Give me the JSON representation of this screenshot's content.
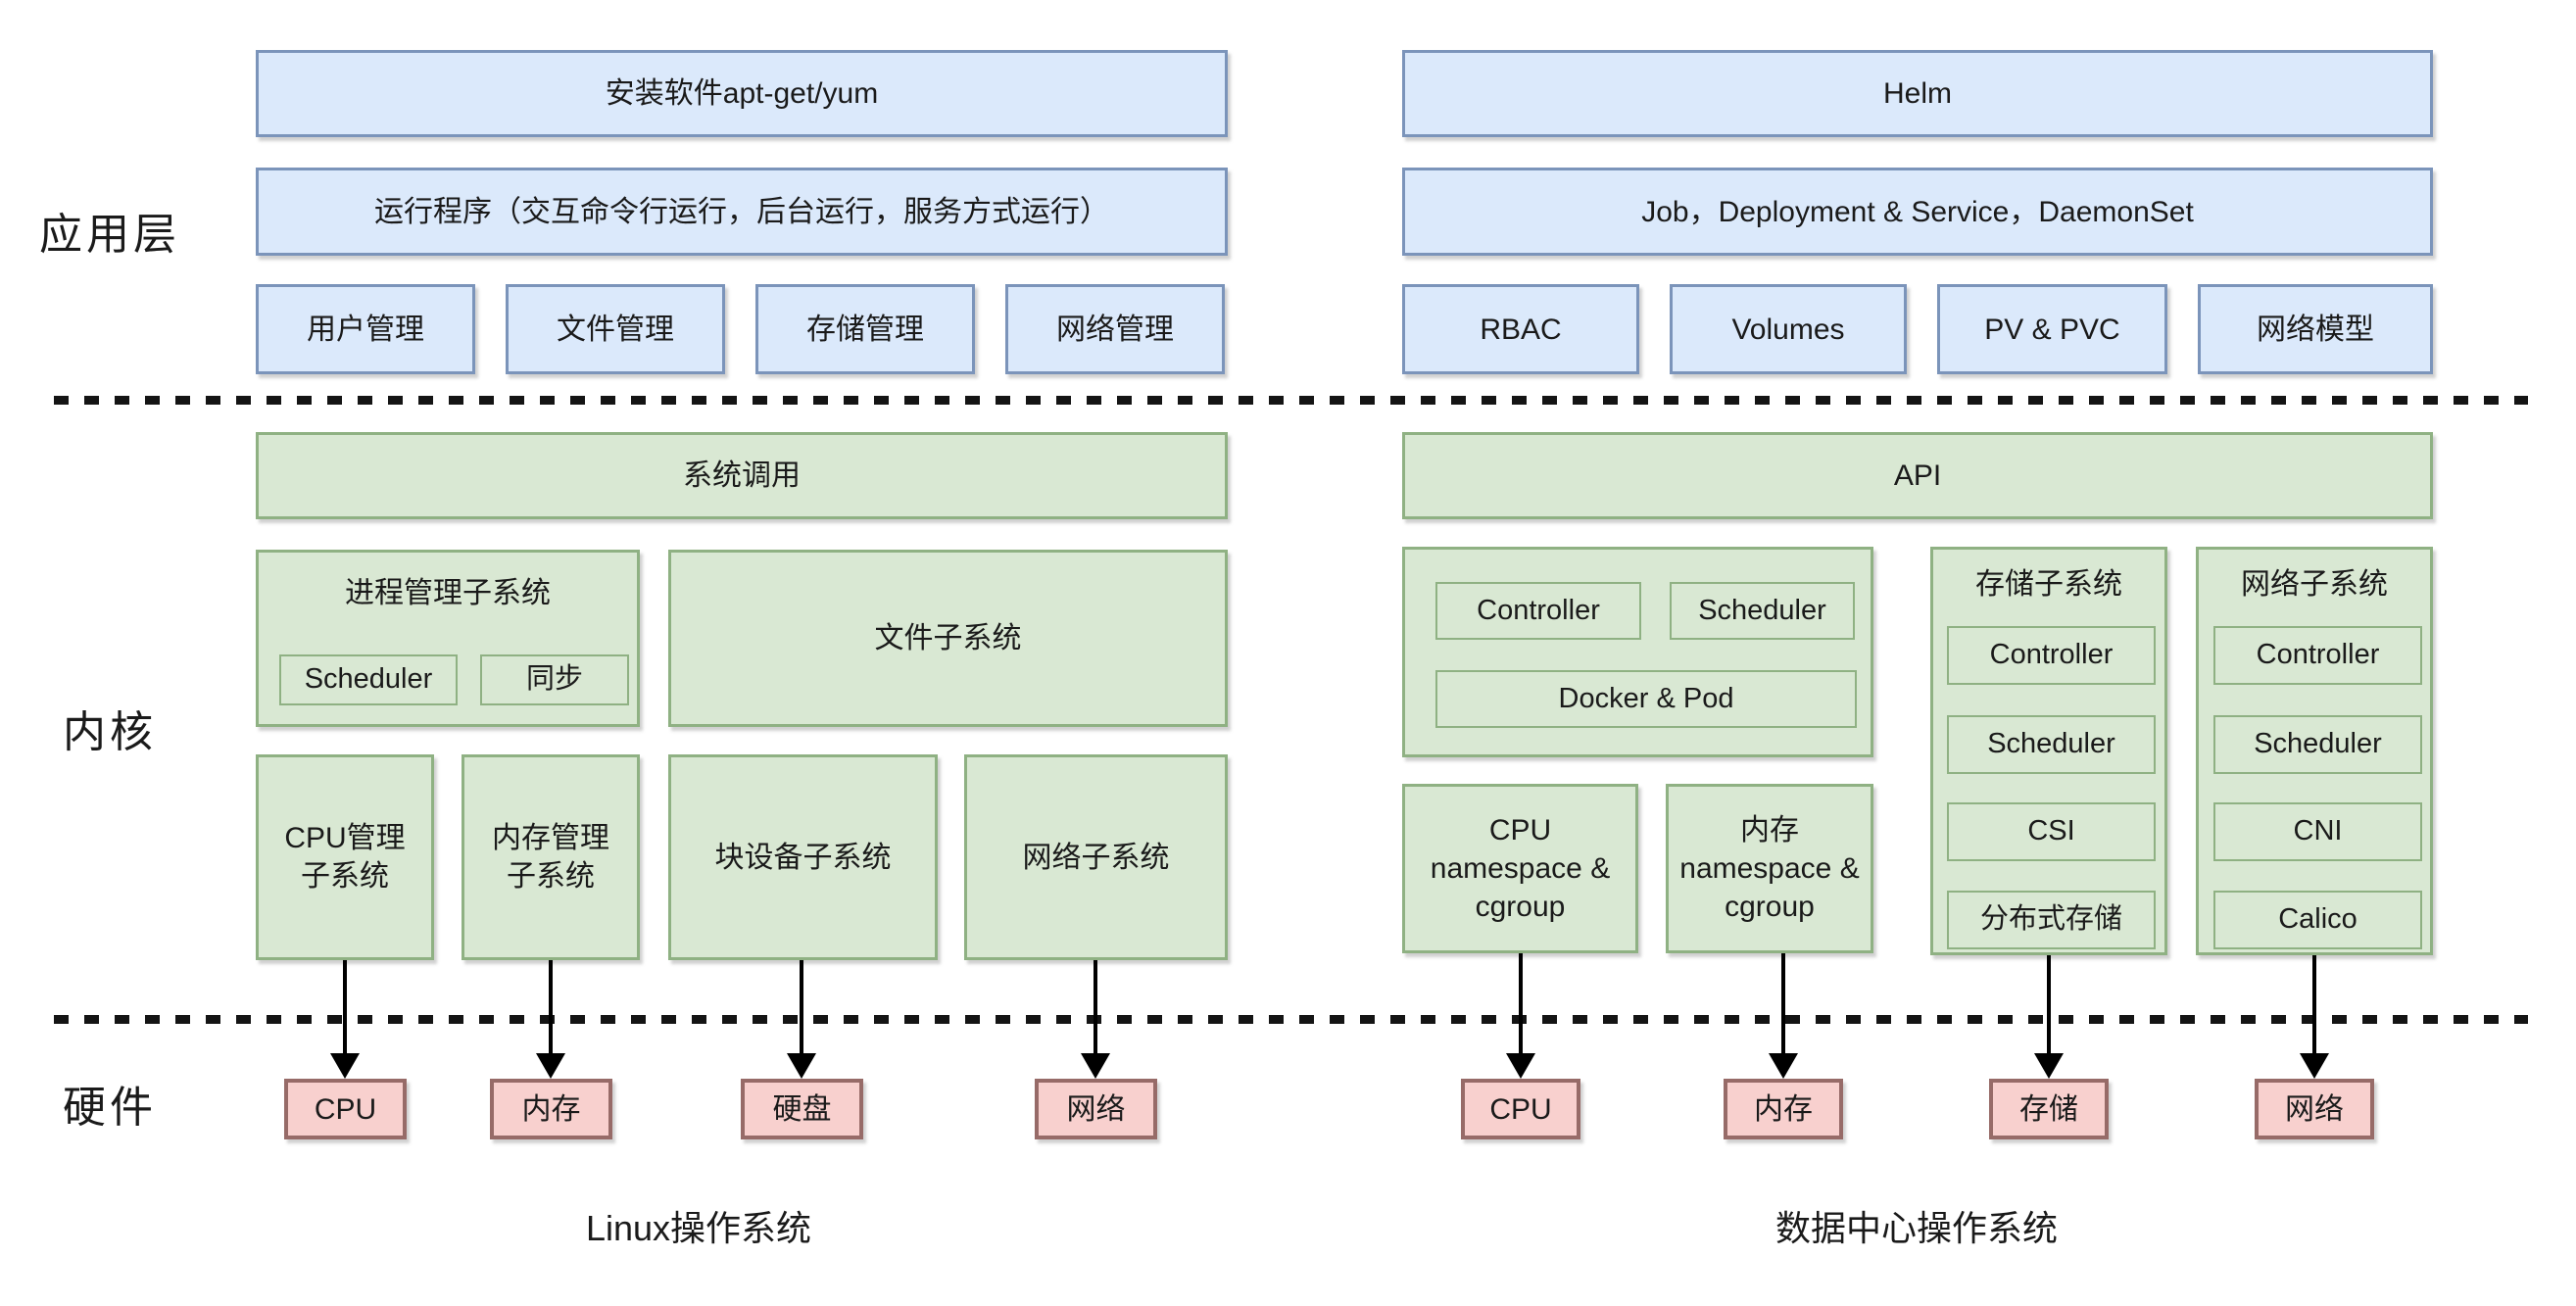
{
  "diagram": {
    "colors": {
      "blue_fill": "#dbe9fb",
      "blue_border": "#7b94ba",
      "green_fill": "#d9e8d3",
      "green_border": "#8fb183",
      "pink_fill": "#f8d0ce",
      "pink_border": "#976b68",
      "arrow": "#000000",
      "text": "#1a1a1a"
    },
    "layers": {
      "app": "应用层",
      "kernel": "内核",
      "hardware": "硬件"
    },
    "linux": {
      "caption": "Linux操作系统",
      "install": "安装软件apt-get/yum",
      "run": "运行程序（交互命令行运行，后台运行，服务方式运行）",
      "mgmt": [
        "用户管理",
        "文件管理",
        "存储管理",
        "网络管理"
      ],
      "syscall": "系统调用",
      "process_subsystem": {
        "title": "进程管理子系统",
        "scheduler": "Scheduler",
        "sync": "同步"
      },
      "file_subsystem": "文件子系统",
      "cpu_mgmt": "CPU管理\n子系统",
      "mem_mgmt": "内存管理\n子系统",
      "block_subsystem": "块设备子系统",
      "net_subsystem": "网络子系统",
      "hardware": [
        "CPU",
        "内存",
        "硬盘",
        "网络"
      ]
    },
    "k8s": {
      "caption": "数据中心操作系统",
      "helm": "Helm",
      "workloads": "Job，Deployment & Service，DaemonSet",
      "mgmt": [
        "RBAC",
        "Volumes",
        "PV & PVC",
        "网络模型"
      ],
      "api": "API",
      "control_box": {
        "controller": "Controller",
        "scheduler": "Scheduler",
        "docker_pod": "Docker & Pod"
      },
      "cpu_ns": "CPU\nnamespace &\ncgroup",
      "mem_ns": "内存\nnamespace &\ncgroup",
      "storage_subsystem": {
        "title": "存储子系统",
        "items": [
          "Controller",
          "Scheduler",
          "CSI",
          "分布式存储"
        ]
      },
      "network_subsystem": {
        "title": "网络子系统",
        "items": [
          "Controller",
          "Scheduler",
          "CNI",
          "Calico"
        ]
      },
      "hardware": [
        "CPU",
        "内存",
        "存储",
        "网络"
      ]
    }
  }
}
